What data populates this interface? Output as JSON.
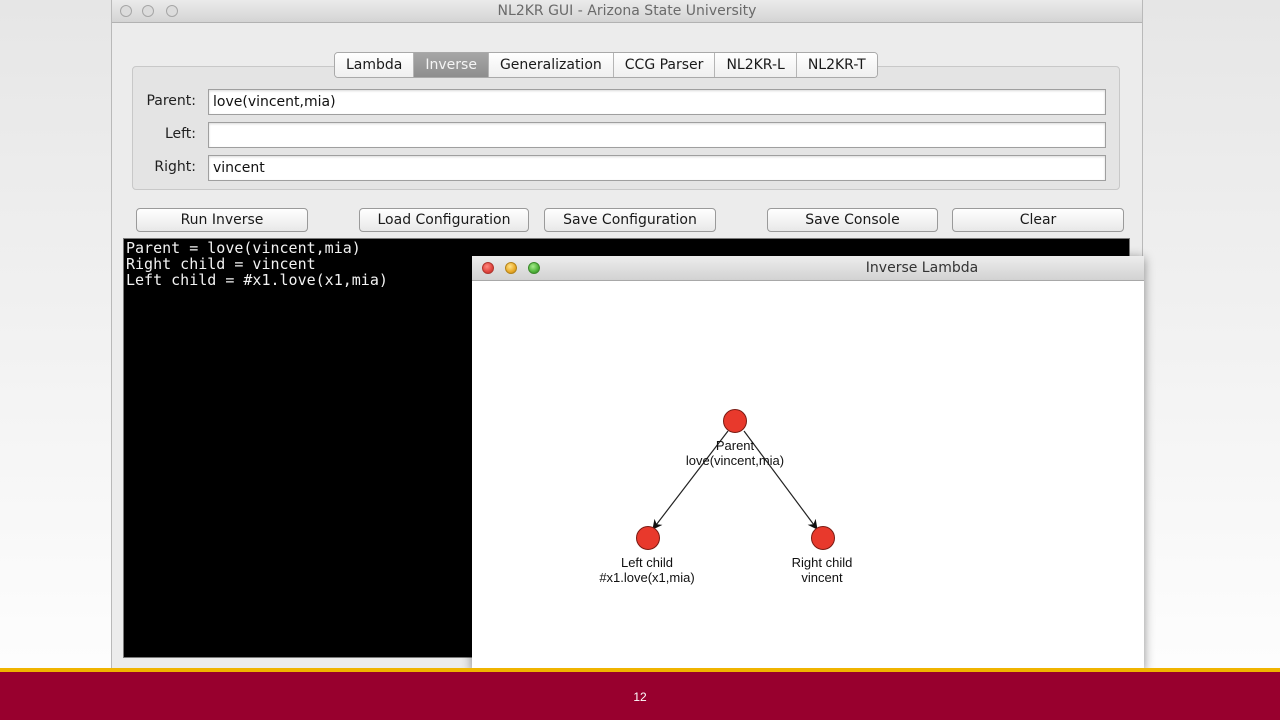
{
  "main_window": {
    "title": "NL2KR GUI - Arizona State University",
    "tabs": [
      {
        "label": "Lambda",
        "active": false
      },
      {
        "label": "Inverse",
        "active": true
      },
      {
        "label": "Generalization",
        "active": false
      },
      {
        "label": "CCG Parser",
        "active": false
      },
      {
        "label": "NL2KR-L",
        "active": false
      },
      {
        "label": "NL2KR-T",
        "active": false
      }
    ],
    "fields": {
      "parent": {
        "label": "Parent:",
        "value": "love(vincent,mia)"
      },
      "left": {
        "label": "Left:",
        "value": ""
      },
      "right": {
        "label": "Right:",
        "value": "vincent"
      }
    },
    "buttons": {
      "run_inverse": "Run Inverse",
      "load_configuration": "Load Configuration",
      "save_configuration": "Save Configuration",
      "save_console": "Save Console",
      "clear": "Clear"
    },
    "console_lines": [
      "Parent = love(vincent,mia)",
      "Right child = vincent",
      "Left child = #x1.love(x1,mia)"
    ]
  },
  "graph_window": {
    "title": "Inverse Lambda",
    "nodes": {
      "parent": {
        "label": "Parent",
        "value": "love(vincent,mia)"
      },
      "left": {
        "label": "Left child",
        "value": "#x1.love(x1,mia)"
      },
      "right": {
        "label": "Right child",
        "value": "vincent"
      }
    },
    "node_color": "#e8392c"
  },
  "footer": {
    "page_number": "12",
    "bar_color": "#98002e",
    "accent_color": "#f0b400"
  }
}
